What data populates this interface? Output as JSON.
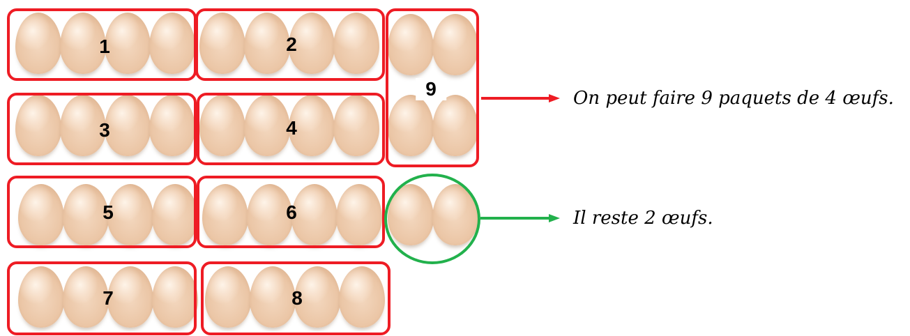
{
  "packets": [
    {
      "label": "1"
    },
    {
      "label": "2"
    },
    {
      "label": "3"
    },
    {
      "label": "4"
    },
    {
      "label": "5"
    },
    {
      "label": "6"
    },
    {
      "label": "7"
    },
    {
      "label": "8"
    },
    {
      "label": "9"
    }
  ],
  "eggs_per_packet": 4,
  "packet_count": 9,
  "leftover_eggs": 2,
  "statements": {
    "packets": "On peut faire 9 paquets de 4 œufs.",
    "remainder": "Il reste 2 œufs."
  },
  "colors": {
    "packet_border": "#ee1c24",
    "remainder_border": "#22b14c"
  }
}
